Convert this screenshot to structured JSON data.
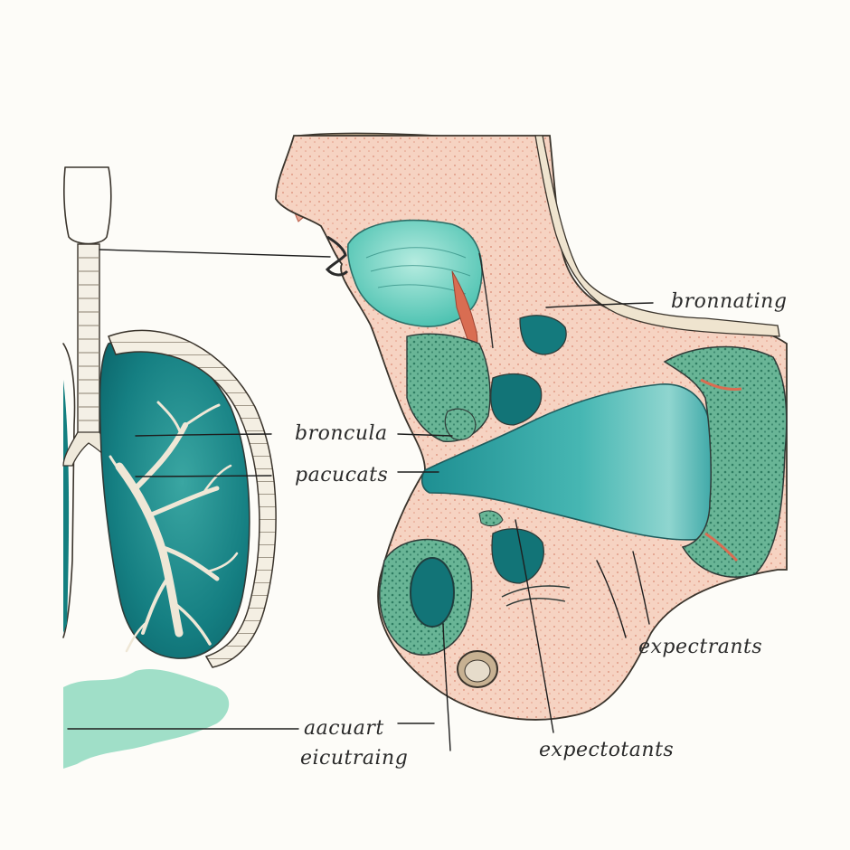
{
  "labels": {
    "bronnating": "bronnating",
    "broncula": "broncula",
    "pacucats": "pacucats",
    "expectrants": "expectrants",
    "aacuart": "aacuart",
    "eicutraing": "eicutraing",
    "expectotants": "expectotants"
  },
  "colors": {
    "paper": "#fdfcf8",
    "teal_dark": "#137f80",
    "teal_mid": "#4fb5ad",
    "teal_light": "#8ed9c9",
    "green_tissue": "#5fae8e",
    "flesh": "#f3c6b2",
    "flesh_light": "#f8ddcf",
    "red_tissue": "#d9694f",
    "bone": "#efe9db",
    "brown": "#b89a78",
    "ink": "#2b2b2b"
  }
}
